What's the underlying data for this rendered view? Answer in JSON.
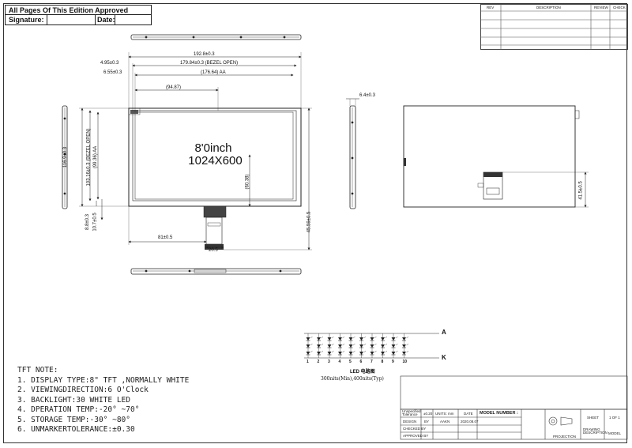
{
  "approval": {
    "title": "All Pages Of This Edition Approved",
    "signature_label": "Signature:",
    "date_label": "Date:"
  },
  "revision_table": {
    "headers": [
      "REV",
      "DESCRIPTION",
      "REVIEW",
      "CHECK"
    ]
  },
  "display_label": {
    "size": "8'0inch",
    "resolution": "1024X600"
  },
  "dimensions": {
    "outline_width": "192.8±0.3",
    "bezel_open_width": "179.84±0.3 (BEZEL OPEN)",
    "aa_width": "(176.64) AA",
    "left_offset_1": "4.95±0.3",
    "left_offset_2": "6.55±0.3",
    "center_ref": "(94.87)",
    "outline_height": "116.9±0.3",
    "bezel_open_height": "103.16±0.3 (BEZEL OPEN)",
    "aa_height": "(99.36) AA",
    "bottom_offset_1": "8.8±0.3",
    "bottom_offset_2": "10.7±0.5",
    "fpc_height": "(60.38)",
    "fpc_offset": "81±0.5",
    "fpc_width": "20.5",
    "total_height": "45.59±0.5",
    "thickness": "6.4±0.3",
    "rear_height": "41.5±0.5"
  },
  "led": {
    "anode": "A",
    "cathode": "K",
    "count_labels": [
      "1",
      "2",
      "3",
      "4",
      "5",
      "6",
      "7",
      "8",
      "9",
      "10"
    ],
    "title": "LED 电路图",
    "brightness": "300nits(Min),400nits(Typ)"
  },
  "tft_note": {
    "heading": "TFT NOTE:",
    "lines": [
      "1. DISPLAY TYPE:8\" TFT ,NORMALLY WHITE",
      "2. VIEWINGDIRECTION:6 O'Clock",
      "3. BACKLIGHT:30 WHITE LED",
      "4. DPERATION TEMP:-20° ~70°",
      "5. STORAGE TEMP:-30° ~80°",
      "6. UNMARKERTOLERANCE:±0.30"
    ]
  },
  "title_block": {
    "tolerance_label": "Unspecified Tolerance",
    "tolerance_value": "±0.20",
    "units_label": "UNITS: mm",
    "date_label": "DATE",
    "model_label": "MODEL NUMBER :",
    "design_label": "DESIGN",
    "by_label": "BY",
    "design_by": "AAKN",
    "design_date": "2020.08.07",
    "checked_label": "CHECKED BY",
    "approved_label": "APPROVED BY",
    "projection_label": "PROJECTION",
    "sheet_label": "SHEET",
    "sheet_value": "1 OF 1",
    "drawing_label": "DRAWING DESCRIPTION",
    "model_short": "MODEL"
  }
}
